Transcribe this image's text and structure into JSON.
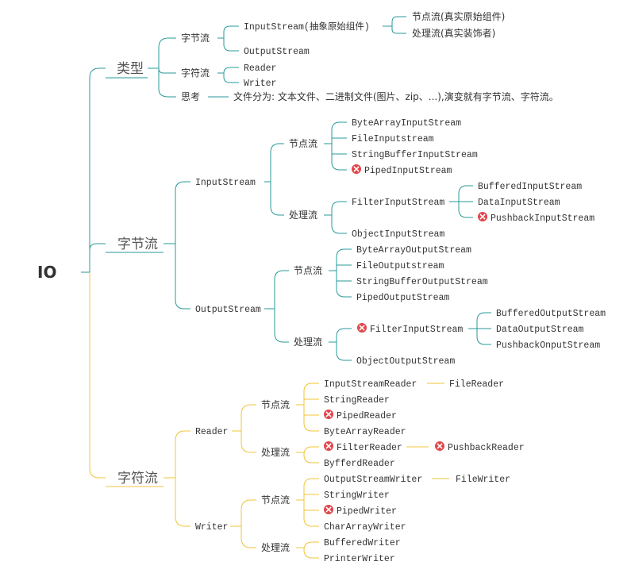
{
  "root": "IO",
  "type": {
    "label": "类型",
    "byte": {
      "label": "字节流",
      "input": "InputStream(抽象原始组件)",
      "node": "节点流(真实原始组件)",
      "proc": "处理流(真实装饰者)",
      "output": "OutputStream"
    },
    "char": {
      "label": "字符流",
      "reader": "Reader",
      "writer": "Writer"
    },
    "think": {
      "label": "思考",
      "text": "文件分为: 文本文件、二进制文件(图片、zip、...),演变就有字节流、字符流。"
    }
  },
  "byte_stream": {
    "label": "字节流",
    "input": {
      "label": "InputStream",
      "node": {
        "label": "节点流",
        "items": [
          "ByteArrayInputStream",
          "FileInputstream",
          "StringBufferInputStream",
          "PipedInputStream"
        ]
      },
      "proc": {
        "label": "处理流",
        "filter": "FilterInputStream",
        "filter_items": [
          "BufferedInputStream",
          "DataInputStream",
          "PushbackInputStream"
        ],
        "object": "ObjectInputStream"
      }
    },
    "output": {
      "label": "OutputStream",
      "node": {
        "label": "节点流",
        "items": [
          "ByteArrayOutputStream",
          "FileOutputstream",
          "StringBufferOutputStream",
          "PipedOutputStream"
        ]
      },
      "proc": {
        "label": "处理流",
        "filter": "FilterInputStream",
        "filter_items": [
          "BufferedOutputStream",
          "DataOutputStream",
          "PushbackOnputStream"
        ],
        "object": "ObjectOutputStream"
      }
    }
  },
  "char_stream": {
    "label": "字符流",
    "reader": {
      "label": "Reader",
      "node": {
        "label": "节点流",
        "items": [
          "InputStreamReader",
          "StringReader",
          "PipedReader",
          "ByteArrayReader"
        ],
        "file_reader": "FileReader"
      },
      "proc": {
        "label": "处理流",
        "items": [
          "FilterReader",
          "ByfferdReader"
        ],
        "pushback": "PushbackReader"
      }
    },
    "writer": {
      "label": "Writer",
      "node": {
        "label": "节点流",
        "items": [
          "OutputStreamWriter",
          "StringWriter",
          "PipedWriter",
          "CharArrayWriter"
        ],
        "file_writer": "FileWriter"
      },
      "proc": {
        "label": "处理流",
        "items": [
          "BufferedWriter",
          "PrinterWriter"
        ]
      }
    }
  },
  "colors": {
    "teal": "#2a9a9a",
    "yellow": "#f0c43a",
    "error": "#e0474c"
  },
  "icons": {
    "marker": "error-x-icon"
  }
}
